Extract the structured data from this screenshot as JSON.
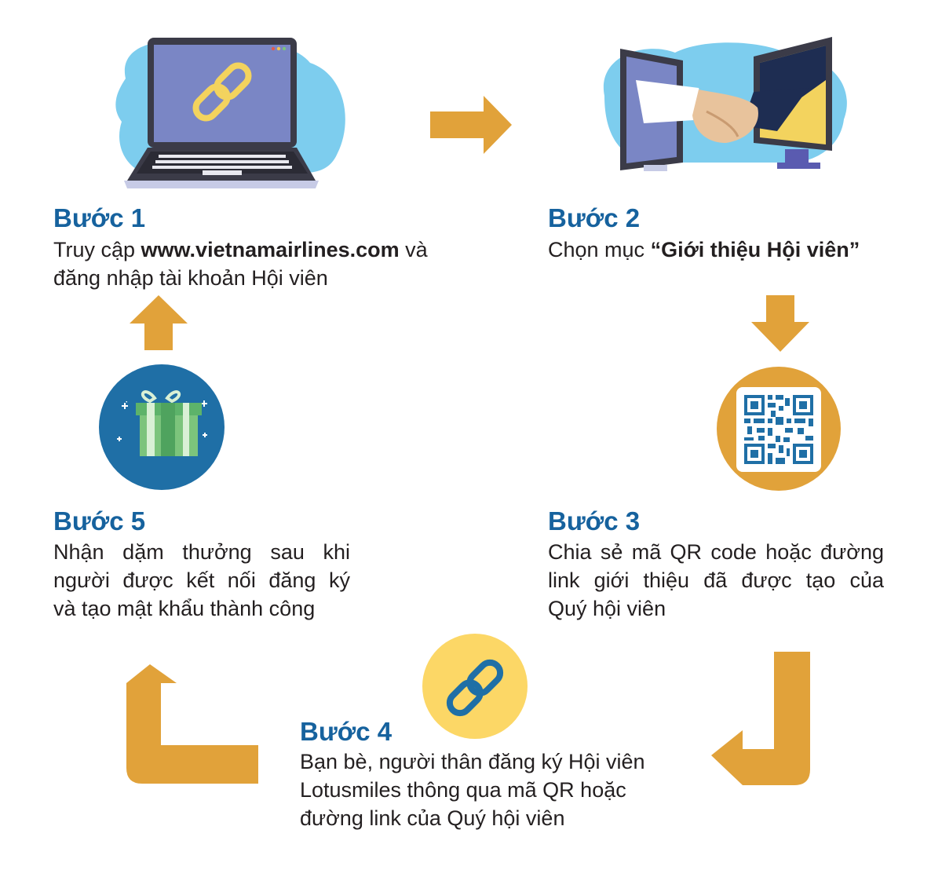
{
  "steps": [
    {
      "title": "Bước 1",
      "text_pre": "Truy cập ",
      "text_bold": "www.vietnamairlines.com",
      "text_post": " và đăng nhập tài khoản Hội viên",
      "icon": "laptop-link-icon"
    },
    {
      "title": "Bước 2",
      "text_pre": "Chọn mục ",
      "text_bold": "“Giới thiệu Hội viên”",
      "icon": "handshake-monitors-icon"
    },
    {
      "title": "Bước 3",
      "lines": [
        "Chia sẻ mã QR code hoặc đường",
        "link giới thiệu đã được tạo của",
        "Quý hội viên"
      ],
      "icon": "qr-code-icon"
    },
    {
      "title": "Bước 4",
      "lines": [
        "Bạn bè, người thân đăng ký Hội viên",
        "Lotusmiles thông qua mã QR hoặc",
        "đường link của Quý hội viên"
      ],
      "icon": "chain-link-icon"
    },
    {
      "title": "Bước 5",
      "lines": [
        "Nhận dặm thưởng sau khi",
        "người được kết nối đăng ký",
        "và tạo mật khẩu thành công"
      ],
      "icon": "gift-box-icon"
    }
  ],
  "colors": {
    "title_blue": "#16629e",
    "arrow_gold": "#e1a23a",
    "text_dark": "#231f20",
    "sky_blob": "#7dcdee",
    "qr_circle": "#e1a23a",
    "link_circle": "#fcd766",
    "gift_circle": "#1f6fa6"
  }
}
